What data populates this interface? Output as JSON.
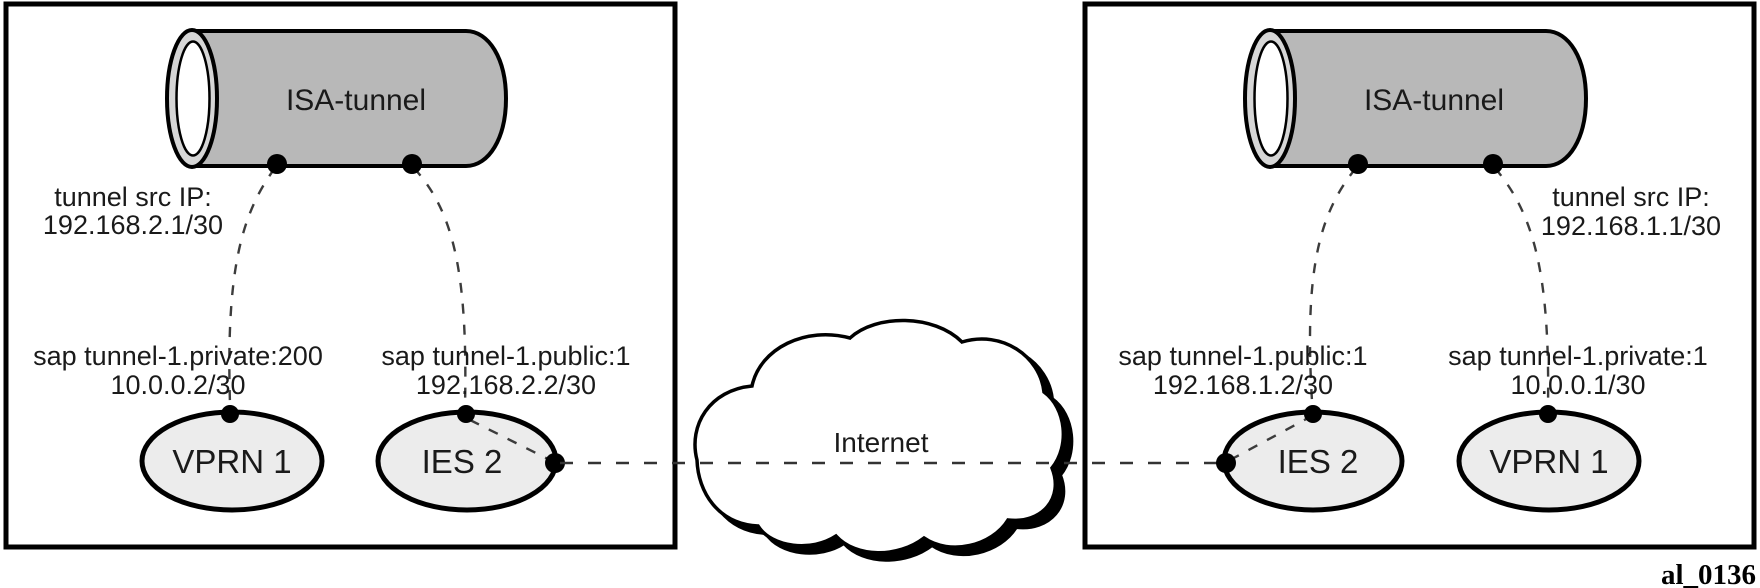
{
  "figure_label": "al_0136",
  "cloud": {
    "label": "Internet"
  },
  "left_router": {
    "cylinder_label": "ISA-tunnel",
    "tunnel_src": {
      "line1": "tunnel src IP:",
      "line2": "192.168.2.1/30"
    },
    "sap_private": {
      "line1": "sap tunnel-1.private:200",
      "line2": "10.0.0.2/30"
    },
    "sap_public": {
      "line1": "sap tunnel-1.public:1",
      "line2": "192.168.2.2/30"
    },
    "vprn_label": "VPRN 1",
    "ies_label": "IES 2"
  },
  "right_router": {
    "cylinder_label": "ISA-tunnel",
    "sap_public": {
      "line1": "sap tunnel-1.public:1",
      "line2": "192.168.1.2/30"
    },
    "sap_private": {
      "line1": "sap tunnel-1.private:1",
      "line2": "10.0.0.1/30"
    },
    "tunnel_src": {
      "line1": "tunnel src IP:",
      "line2": "192.168.1.1/30"
    },
    "vprn_label": "VPRN 1",
    "ies_label": "IES 2"
  },
  "colors": {
    "cylinder_fill": "#b8b8b8",
    "cylinder_ring_fill": "#d6d6d6",
    "node_fill": "#ececec",
    "outline": "#000000",
    "dash": "#3c3c3c",
    "background": "#ffffff"
  }
}
